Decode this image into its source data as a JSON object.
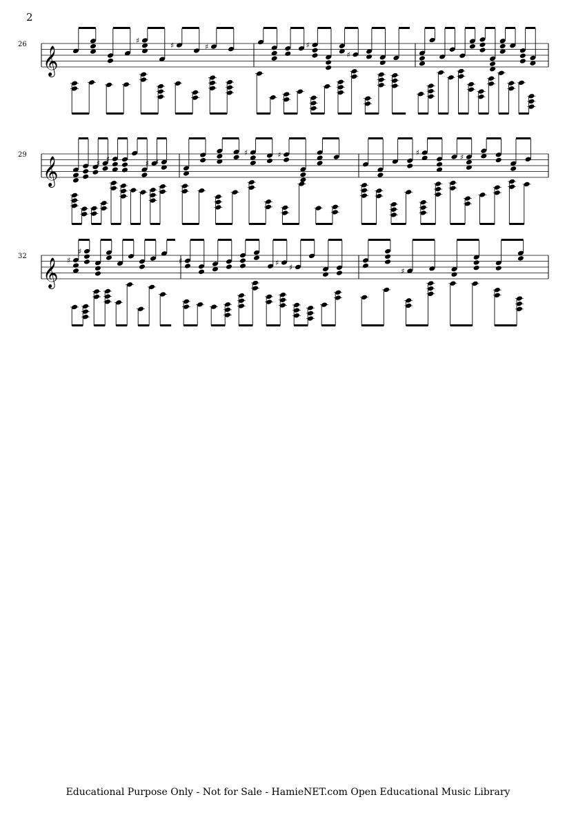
{
  "page": {
    "number": "2"
  },
  "systems": [
    {
      "measure_start": "26"
    },
    {
      "measure_start": "29"
    },
    {
      "measure_start": "32"
    }
  ],
  "footer": {
    "text": "Educational Purpose Only - Not for Sale - HamieNET.com Open Educational Music Library"
  }
}
